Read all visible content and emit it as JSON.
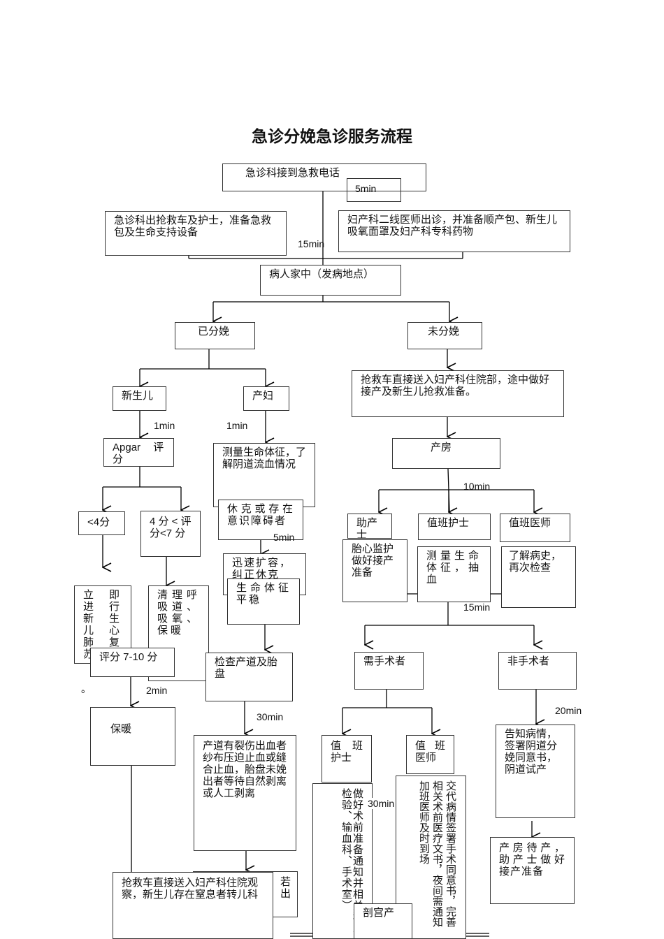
{
  "title": "急诊分娩急诊服务流程",
  "nodes": {
    "n1": "急诊科接到急救电话",
    "n2": "急诊科出抢救车及护士，准备急救包及生命支持设备",
    "n3": "妇产科二线医师出诊，并准备顺产包、新生儿吸氧面罩及妇产科专科药物",
    "n4": "病人家中（发病地点）",
    "n5": "已分娩",
    "n6": "未分娩",
    "n7": "新生儿",
    "n8": "产妇",
    "n9": "抢救车直接送入妇产科住院部，途中做好接产及新生儿抢救准备。",
    "n10": "Apgar 评分",
    "n11": "测量生命体征，了解阴道流血情况",
    "n12": "产房",
    "n13": "<4分",
    "n14": "4 分 < 评分<7 分",
    "n15": "休克或存在意识障碍者",
    "n16": "助产士",
    "n17": "值班护士",
    "n18": "值班医师",
    "n19": "胎心监护做好接产准备",
    "n20": "测量生命体征，抽血",
    "n21": "了解病史，再次检查",
    "n22": "迅速扩容，纠正休克",
    "n23": "生命体征平稳",
    "n24": "立即进行新生儿心肺复苏",
    "n25": "清理呼吸道、吸氧、保暖",
    "n26": "评分 7-10 分",
    "n27": "检查产道及胎盘",
    "n28": "需手术者",
    "n29": "非手术者",
    "n30": "保暖",
    "n31": "产道有裂伤出血者纱布压迫止血或缝合止血，胎盘未娩出者等待自然剥离或人工剥离",
    "n32": "值 班 护士",
    "n33": "值 班 医师",
    "n34": "告知病情，签署阴道分娩同意书，阴道试产",
    "n35": "做好术前准备通知并相关科室检验、输血科、手术室）",
    "n36": "交代病情签署手术同意书，完善相关术前医疗文书，夜间需通知加班医师及时到场",
    "n37": "产房待产，助产士做好接产准备",
    "n38": "抢救车直接送入妇产科住院观察，新生儿存在窒息者转儿科",
    "n39": "剖宫产",
    "n40": "若出"
  },
  "times": {
    "t5a": "5min",
    "t15a": "15min",
    "t1a": "1min",
    "t1b": "1min",
    "t10": "10min",
    "t5b": "5min",
    "t15b": "15min",
    "t2": "2min",
    "t20": "20min",
    "t30a": "30min",
    "t30b": "30min"
  },
  "misc": {
    "dot": "。"
  }
}
